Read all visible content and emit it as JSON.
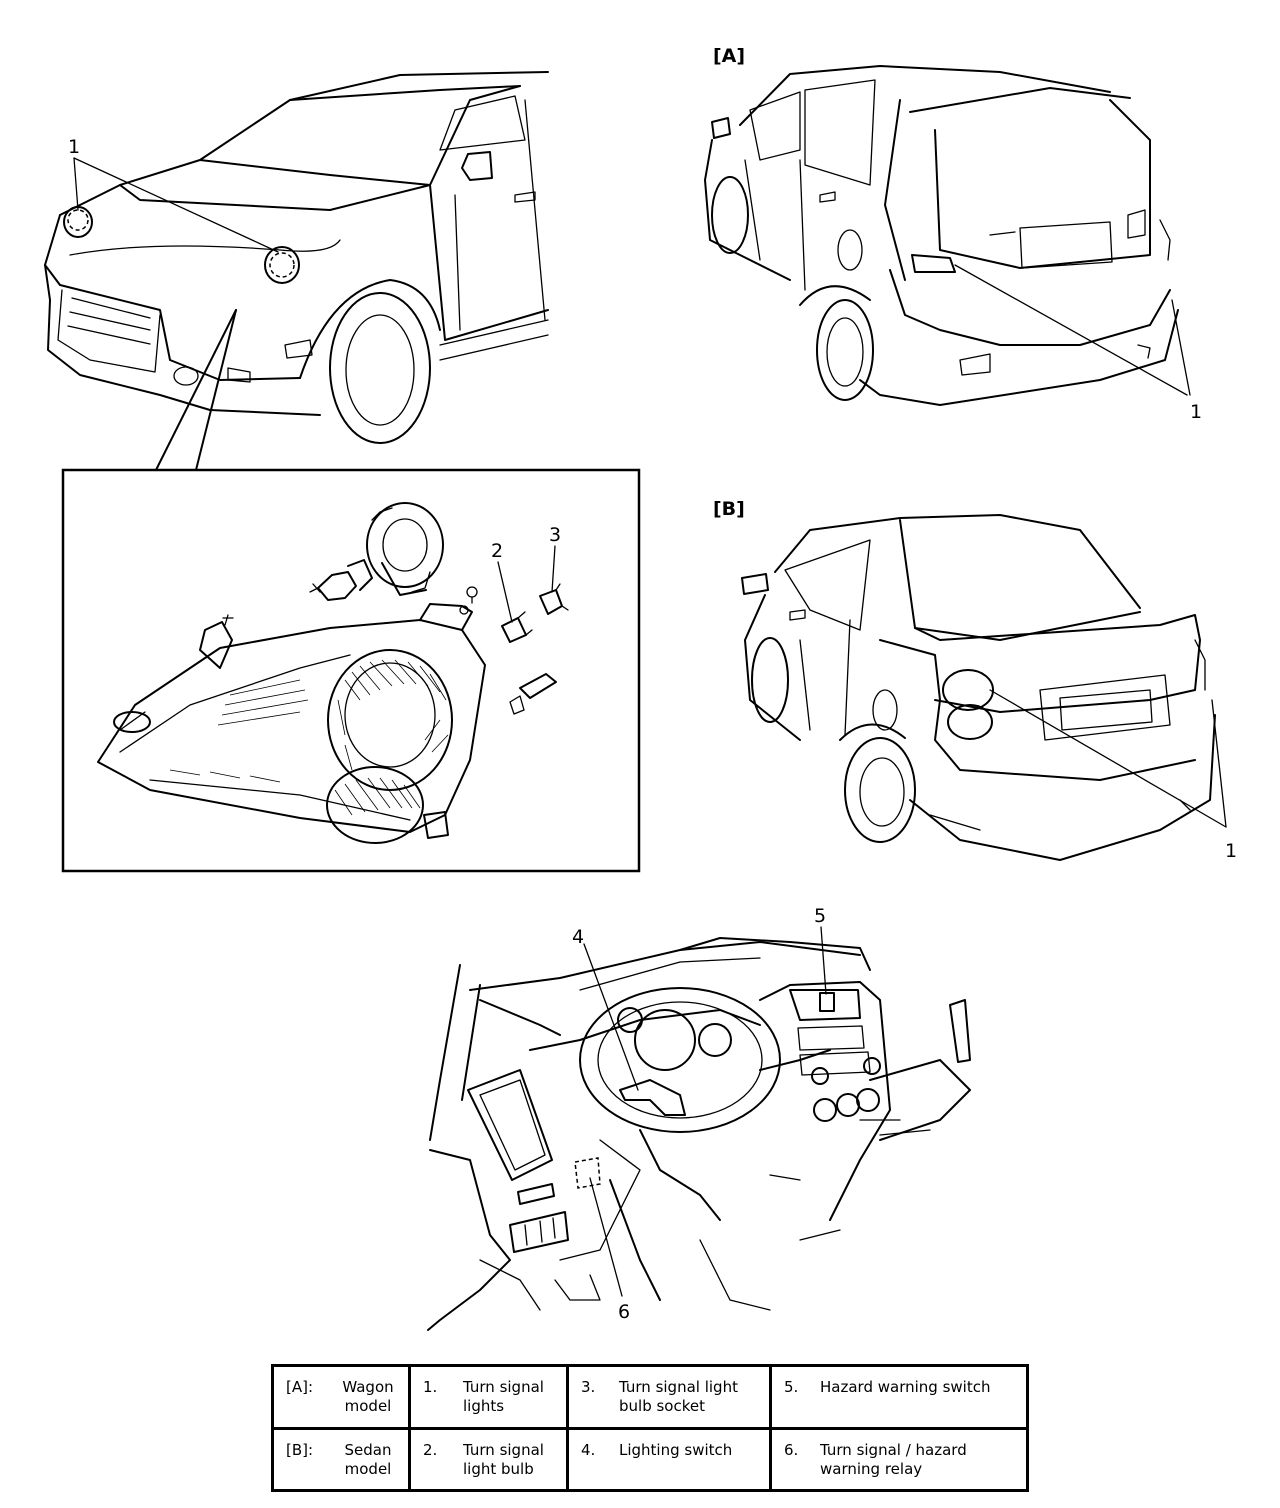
{
  "view_labels": {
    "wagon": "[A]",
    "sedan": "[B]"
  },
  "callouts": {
    "front_turn_lights": "1",
    "wagon_rear_lights": "1",
    "sedan_rear_lights": "1",
    "bulb": "2",
    "socket": "3",
    "lighting_switch": "4",
    "hazard_switch": "5",
    "relay": "6"
  },
  "legend": [
    [
      {
        "key": "[A]:",
        "value": "Wagon model"
      },
      {
        "key": "1.",
        "value": "Turn signal lights"
      },
      {
        "key": "3.",
        "value": "Turn signal light bulb socket"
      },
      {
        "key": "5.",
        "value": "Hazard warning switch"
      }
    ],
    [
      {
        "key": "[B]:",
        "value": "Sedan model"
      },
      {
        "key": "2.",
        "value": "Turn signal light bulb"
      },
      {
        "key": "4.",
        "value": "Lighting switch"
      },
      {
        "key": "6.",
        "value": "Turn signal / hazard warning relay"
      }
    ]
  ]
}
